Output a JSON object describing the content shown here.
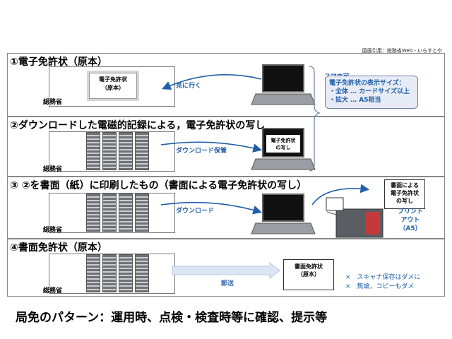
{
  "credit": "図画引用：総務省Web・いらすとや",
  "agency": "総務省",
  "panels": [
    {
      "title": "①電子免許状（原本）",
      "arrow_label": "見に行く",
      "doc_line1": "電子免許状",
      "doc_line2": "（原本）"
    },
    {
      "title": "②ダウンロードした電磁的記録による，電子免許状の写し",
      "arrow_label": "ダウンロード保管",
      "doc_line1": "電子免許状",
      "doc_line2": "の写し"
    },
    {
      "title": "③ ②を書面（紙）に印刷したもの（書面による電子免許状の写し）",
      "arrow_label": "ダウンロード",
      "doc_line1": "書面による",
      "doc_line2": "電子免許状",
      "doc_line3": "の写し",
      "print_line1": "プリント",
      "print_line2": "アウト",
      "print_line3": "（A5）"
    },
    {
      "title": "④書面免許状（原本）",
      "arrow_label": "郵送",
      "doc_line1": "書面免許状",
      "doc_line2": "（原本）",
      "x_note1": "×　スキャナ保存はダメに",
      "x_note2": "×　無論，コピーもダメ"
    }
  ],
  "smartphone": {
    "label": "スマホ可",
    "callout_line1": "電子免許状の表示サイズ：",
    "callout_line2": "・全体 … カードサイズ以上",
    "callout_line3": "・拡大 … A5相当"
  },
  "footer": "局免のパターン：運用時、点検・検査時等に確認、提示等"
}
